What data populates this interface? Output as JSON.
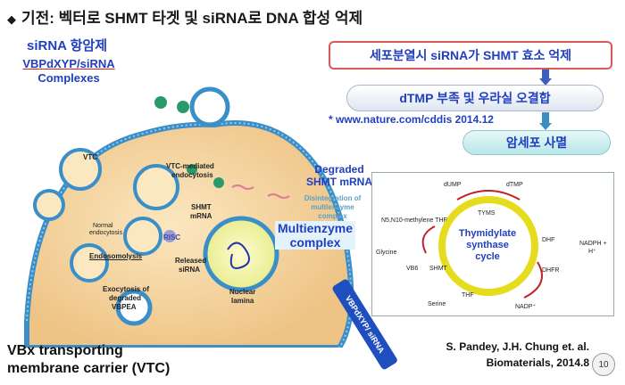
{
  "title": {
    "marker": "◆",
    "text": "기전: 벡터로 SHMT 타겟 및 siRNA로 DNA 합성 억제"
  },
  "left_labels": {
    "sirna_drug": "siRNA 항암제",
    "complex_line1": "VBPdXYP/siRNA",
    "complex_line2": "Complexes"
  },
  "flow": {
    "step1": "세포분열시 siRNA가 SHMT 효소 억제",
    "step2": "dTMP 부족 및 우라실 오결합",
    "reference": "* www.nature.com/cddis 2014.12",
    "step3": "암세포 사멸"
  },
  "cell_labels": {
    "vtc": "VTC",
    "vtc_mediated": "VTC-mediated",
    "endocytosis": "endocytosis",
    "shmt": "SHMT",
    "mrna": "mRNA",
    "normal": "Normal",
    "normal_endo": "endocytosis",
    "risc": "RISC",
    "endosomolysis": "Endosomolysis",
    "released": "Released",
    "sirna": "siRNA",
    "exocytosis": "Exocytosis of",
    "degraded": "degraded",
    "vbpea": "VBPEA",
    "nuclear": "Nuclear",
    "lamina": "lamina",
    "degraded_shmt1": "Degraded",
    "degraded_shmt2": "SHMT mRNA",
    "disintegration1": "Disintegration of",
    "disintegration2": "multienzyme",
    "disintegration3": "complex",
    "multienzyme1": "Multienzyme",
    "multienzyme2": "complex",
    "vbpdxyp_sirna": "VBPdXYP/ siRNA"
  },
  "cycle": {
    "title1": "Thymidylate",
    "title2": "synthase",
    "title3": "cycle",
    "dump": "dUMP",
    "dtmp": "dTMP",
    "tyms": "TYMS",
    "methylene": "N5,N10-methylene THF",
    "dhf": "DHF",
    "nadph": "NADPH +",
    "h": "H⁺",
    "dhfr": "DHFR",
    "glycine": "Glycine",
    "vb6": "VB6",
    "shmt": "SHMT",
    "thf": "THF",
    "serine": "Serine",
    "nadp": "NADP⁺"
  },
  "bottom": {
    "vtc_line1": "VBx transporting",
    "vtc_line2": "membrane carrier (VTC)",
    "ref_line1": "S. Pandey, J.H. Chung et. al.",
    "ref_line2": "Biomaterials, 2014.8",
    "page": "10"
  },
  "colors": {
    "accent_blue": "#1f3fbf",
    "flow_border": "#d65a5a",
    "membrane": "#3a8fc8",
    "cell_fill": "#f6d9a0"
  }
}
